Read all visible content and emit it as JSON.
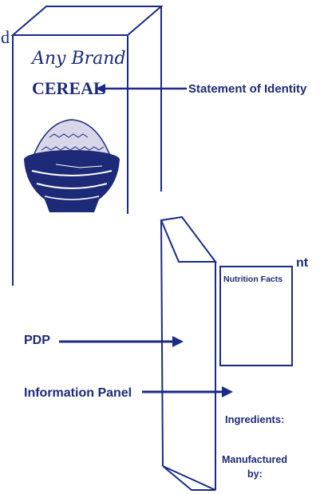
{
  "fragments": {
    "top_left": "d",
    "right_clip": "nt"
  },
  "box_front": {
    "brand": "Any Brand",
    "product": "CEREAL"
  },
  "side_panel": {
    "nutrition_title": "Nutrition Facts",
    "ingredients": "Ingredients:",
    "manufactured_line1": "Manufactured",
    "manufactured_line2": "by:"
  },
  "callouts": {
    "statement_of_identity": "Statement of Identity",
    "pdp": "PDP",
    "information_panel": "Information Panel"
  },
  "colors": {
    "ink": "#1d2a78",
    "line": "#1a2a86"
  }
}
